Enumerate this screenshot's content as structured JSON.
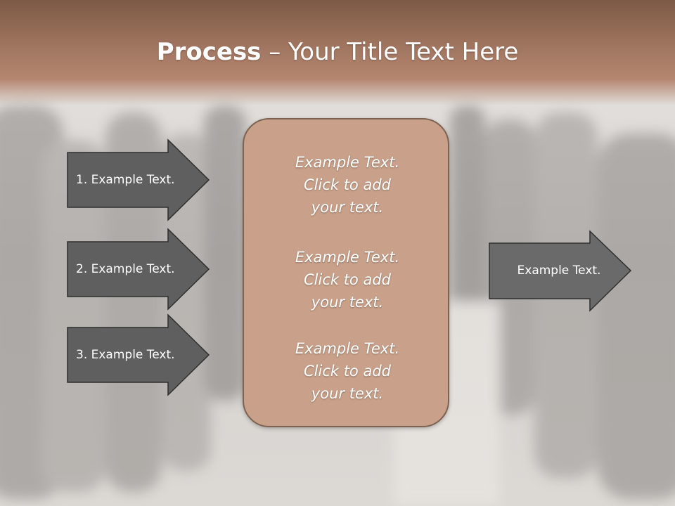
{
  "title": {
    "bold": "Process",
    "rest": " – Your Title Text Here"
  },
  "left_steps": [
    {
      "label": "1. Example Text."
    },
    {
      "label": "2. Example Text."
    },
    {
      "label": "3. Example Text."
    }
  ],
  "center_blocks": [
    {
      "line1": "Example Text.",
      "line2": "Click  to add",
      "line3": "your text."
    },
    {
      "line1": "Example Text.",
      "line2": "Click  to add",
      "line3": "your text."
    },
    {
      "line1": "Example Text.",
      "line2": "Click  to add",
      "line3": "your text."
    }
  ],
  "right_arrow": {
    "label": "Example Text."
  },
  "colors": {
    "title_band": "#a17660",
    "arrow_fill": "#5f5f5f",
    "arrow_stroke": "#2f2f2f",
    "right_arrow_fill": "#6a6a6a",
    "center_fill": "#c9a18a",
    "center_border": "#7e6252"
  }
}
